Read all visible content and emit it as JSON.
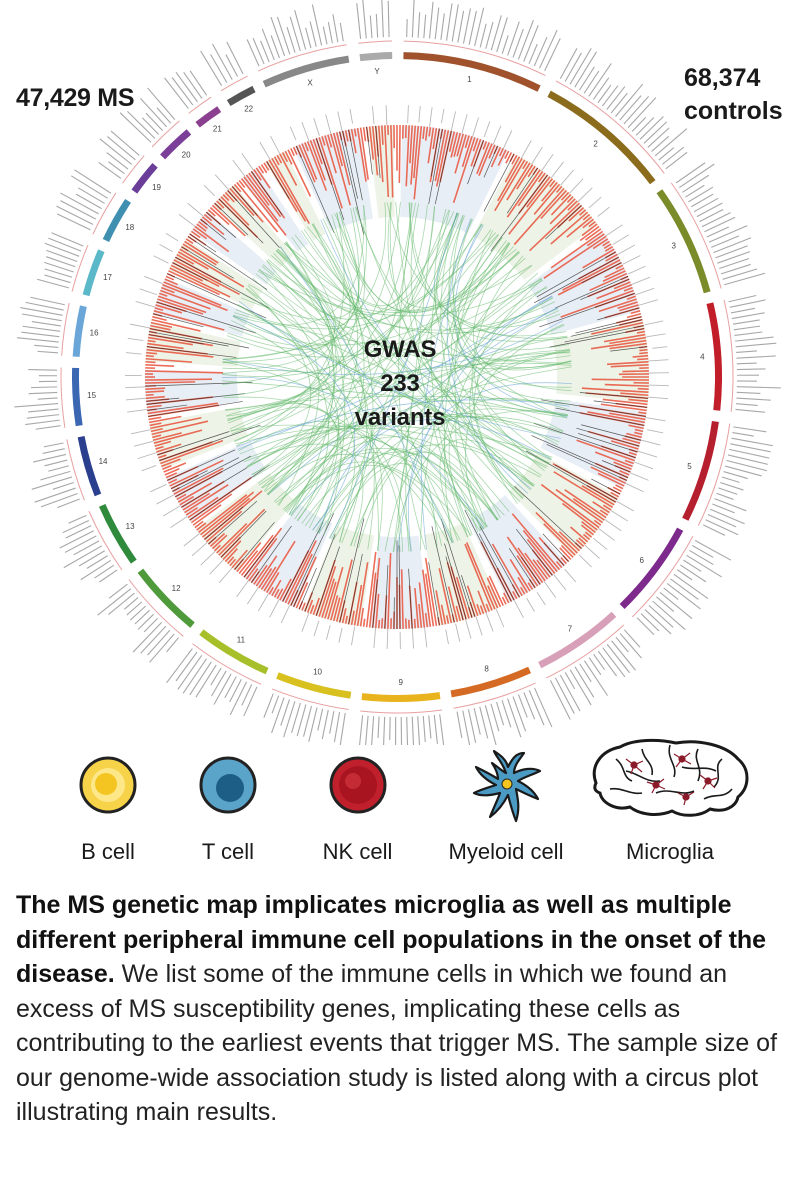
{
  "header": {
    "ms_count": "47,429 MS",
    "controls_count": "68,374",
    "controls_label": "controls"
  },
  "circos": {
    "center_line1": "GWAS",
    "center_line2": "233",
    "center_line3": "variants",
    "chromosomes": [
      "1",
      "2",
      "3",
      "4",
      "5",
      "6",
      "7",
      "8",
      "9",
      "10",
      "11",
      "12",
      "13",
      "14",
      "15",
      "16",
      "17",
      "18",
      "19",
      "20",
      "21",
      "22",
      "X",
      "Y"
    ],
    "chromosome_colors": [
      "#a0522d",
      "#8b6b1c",
      "#7a8b2a",
      "#c21e2a",
      "#b51f2e",
      "#7d2a8c",
      "#d7a0b8",
      "#d46a24",
      "#e8b31c",
      "#d8c01f",
      "#a7c02a",
      "#4f9a3a",
      "#2f8a3c",
      "#2b3f8f",
      "#3a66b2",
      "#6aa6d8",
      "#5bb8c8",
      "#3f8fb0",
      "#6a3d99",
      "#7b3f99",
      "#8b3f8f",
      "#555555",
      "#888888",
      "#aaaaaa"
    ],
    "link_color": "#62b86a",
    "highlight_link_color": "#5b9ad6",
    "bar_color": "#e8533c"
  },
  "cells": [
    {
      "name": "B cell",
      "icon": "b-cell-icon"
    },
    {
      "name": "T cell",
      "icon": "t-cell-icon"
    },
    {
      "name": "NK cell",
      "icon": "nk-cell-icon"
    },
    {
      "name": "Myeloid cell",
      "icon": "myeloid-cell-icon"
    },
    {
      "name": "Microglia",
      "icon": "microglia-brain-icon"
    }
  ],
  "caption": {
    "bold": "The MS genetic map implicates microglia as well as multiple different peripheral immune cell populations in the onset of the disease.",
    "body": " We list some of the immune cells in which we found an excess of MS susceptibility genes, implicating these cells as contributing to the earliest events that trigger MS. The sample size of our genome-wide association study is listed along with a circus plot illustrating main results."
  }
}
